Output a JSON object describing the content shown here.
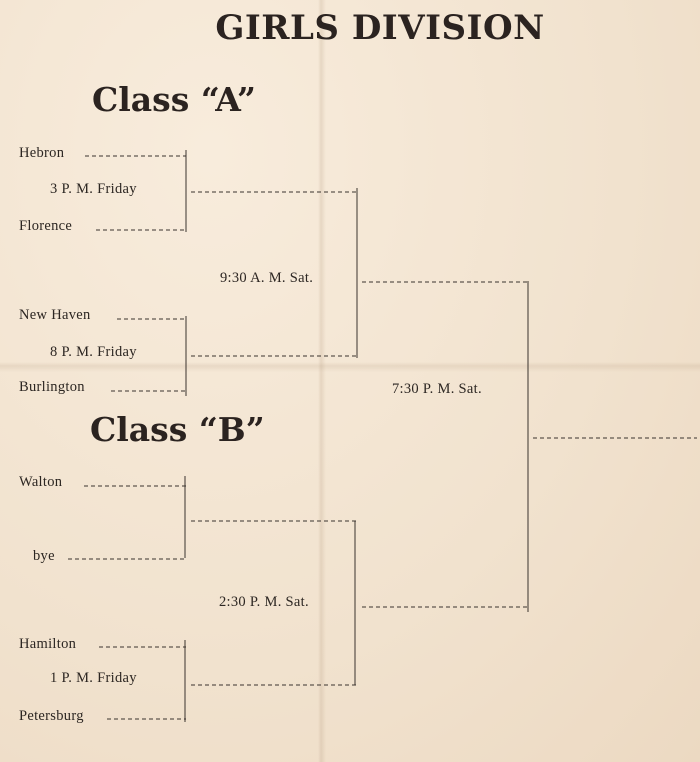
{
  "title": "GIRLS DIVISION",
  "class_a": {
    "heading": "Class “A”",
    "teams": [
      "Hebron",
      "Florence",
      "New Haven",
      "Burlington"
    ],
    "games": [
      "3 P. M. Friday",
      "8 P. M. Friday"
    ],
    "semifinal": "9:30 A. M. Sat."
  },
  "class_b": {
    "heading": "Class “B”",
    "teams": [
      "Walton",
      "bye",
      "Hamilton",
      "Petersburg"
    ],
    "games": [
      "1 P. M. Friday"
    ],
    "semifinal": "2:30 P. M. Sat."
  },
  "final": "7:30 P. M. Sat."
}
